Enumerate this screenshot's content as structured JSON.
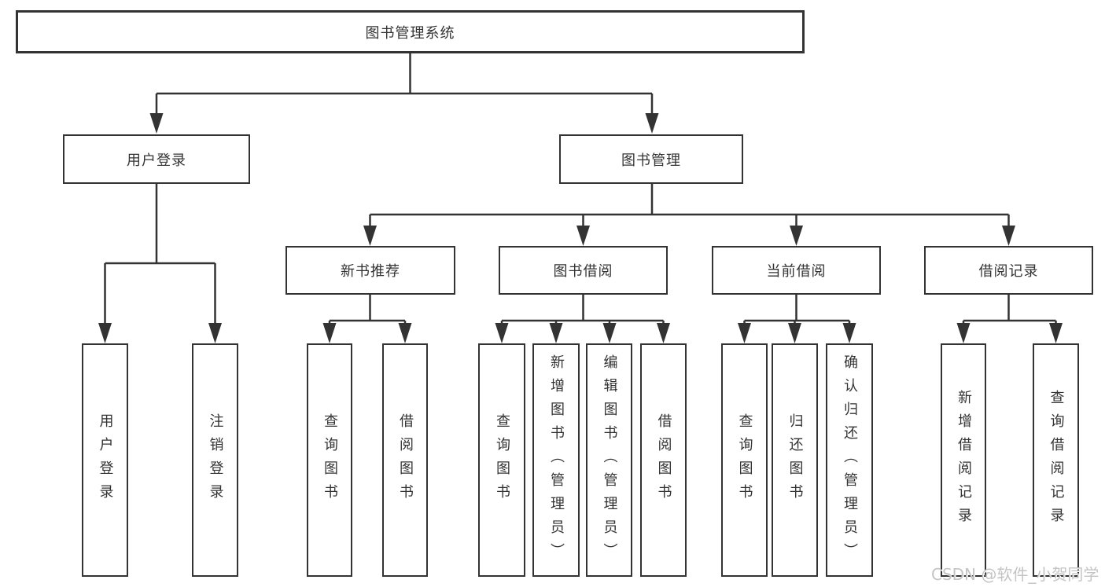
{
  "diagram": {
    "title": "图书管理系统",
    "colors": {
      "line": "#333333",
      "text": "#333333",
      "background": "#ffffff",
      "watermark": "#c4c4c4"
    },
    "root": {
      "label": "图书管理系统"
    },
    "level2": [
      {
        "label": "用户登录"
      },
      {
        "label": "图书管理"
      }
    ],
    "level3": [
      {
        "label": "新书推荐"
      },
      {
        "label": "图书借阅"
      },
      {
        "label": "当前借阅"
      },
      {
        "label": "借阅记录"
      }
    ],
    "leaves": {
      "user_login": [
        "用户登录",
        "注销登录"
      ],
      "new_books": [
        "查询图书",
        "借阅图书"
      ],
      "borrow": [
        "查询图书",
        "新增图书（管理员）",
        "编辑图书（管理员）",
        "借阅图书"
      ],
      "current": [
        "查询图书",
        "归还图书",
        "确认归还（管理员）"
      ],
      "records": [
        "新增借阅记录",
        "查询借阅记录"
      ]
    },
    "watermark": "CSDN @软件_小贺同学"
  }
}
